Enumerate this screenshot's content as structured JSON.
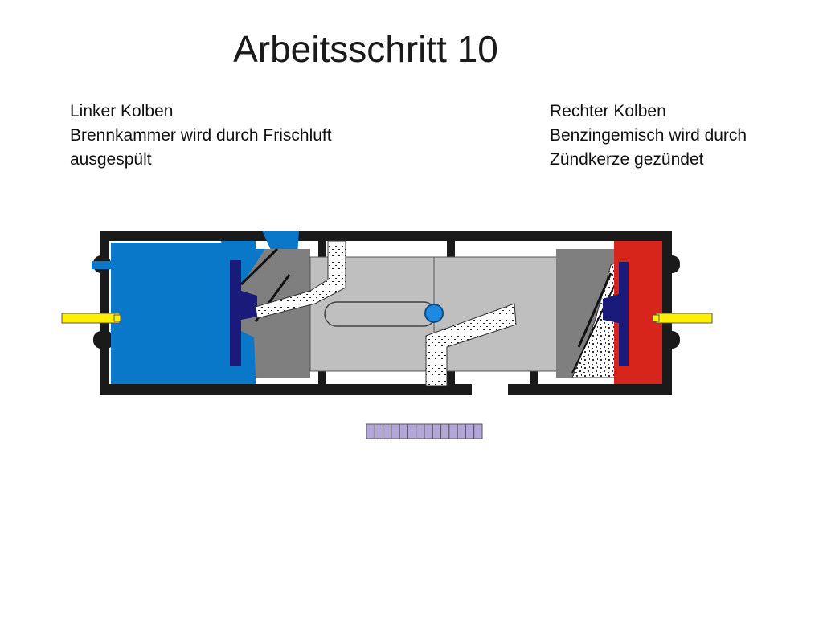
{
  "slide": {
    "title": "Arbeitsschritt 10"
  },
  "left_piston": {
    "heading": "Linker Kolben",
    "line1": "Brennkammer wird durch Frischluft",
    "line2": "ausgespült"
  },
  "right_piston": {
    "heading": "Rechter Kolben",
    "line1": "Benzingemisch wird durch",
    "line2": "Zündkerze gezündet"
  },
  "colors": {
    "fresh_air": "#0a78c8",
    "ignition": "#d8251c",
    "housing": "#1a1a1a",
    "piston": "#7f7f7f",
    "channel": "#bfbfbf",
    "valve": "#1a1a7a",
    "spark_plug": "#ffef00",
    "counter": "#b3a6d9"
  },
  "counter": {
    "segments": 14
  }
}
